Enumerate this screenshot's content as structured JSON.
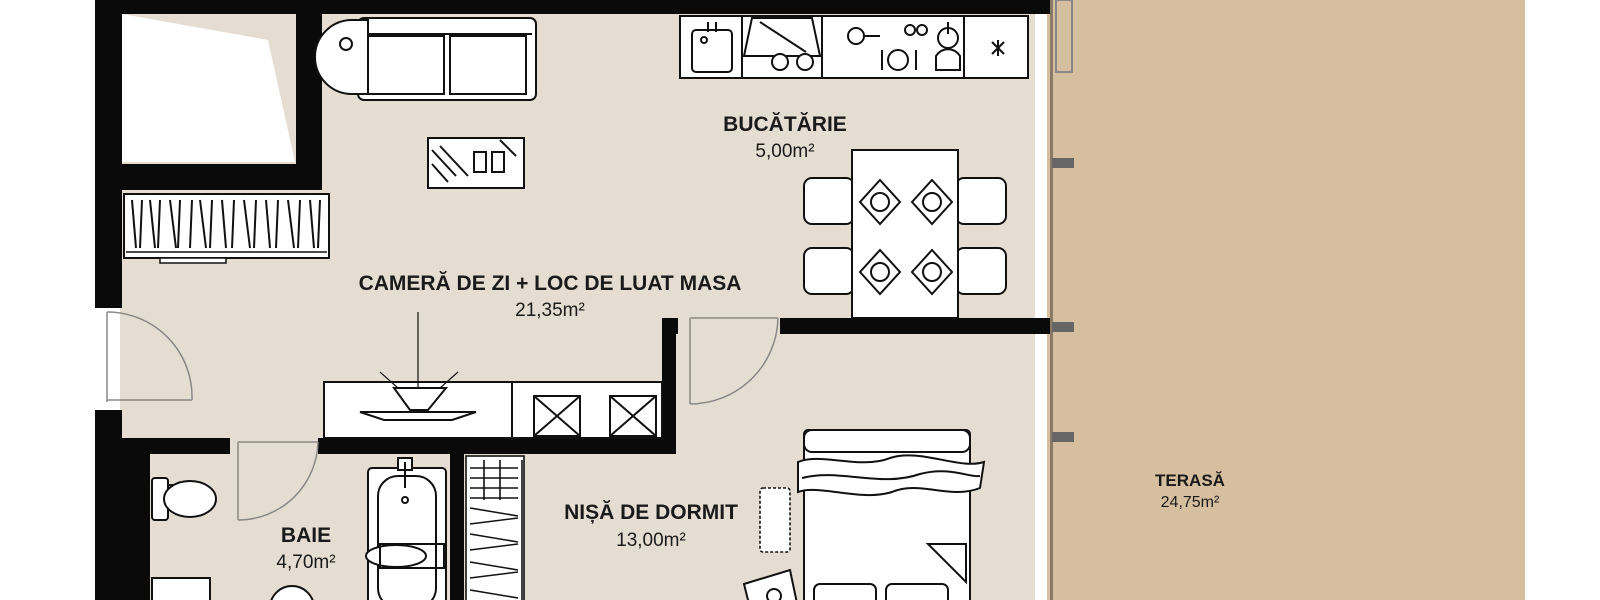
{
  "rooms": {
    "living": {
      "name": "CAMERĂ DE ZI + LOC DE LUAT MASA",
      "area": "21,35m²"
    },
    "kitchen": {
      "name": "BUCĂTĂRIE",
      "area": "5,00m²"
    },
    "bedroom": {
      "name": "NIȘĂ DE DORMIT",
      "area": "13,00m²"
    },
    "bath": {
      "name": "BAIE",
      "area": "4,70m²"
    },
    "terrace": {
      "name": "TERASĂ",
      "area": "24,75m²"
    }
  },
  "colors": {
    "floor": "#e6ddd2",
    "terrace": "#d6bf9f",
    "wall": "#0a0a0a",
    "furniture_fill": "#ffffff",
    "line": "#111111",
    "door": "#888888"
  }
}
